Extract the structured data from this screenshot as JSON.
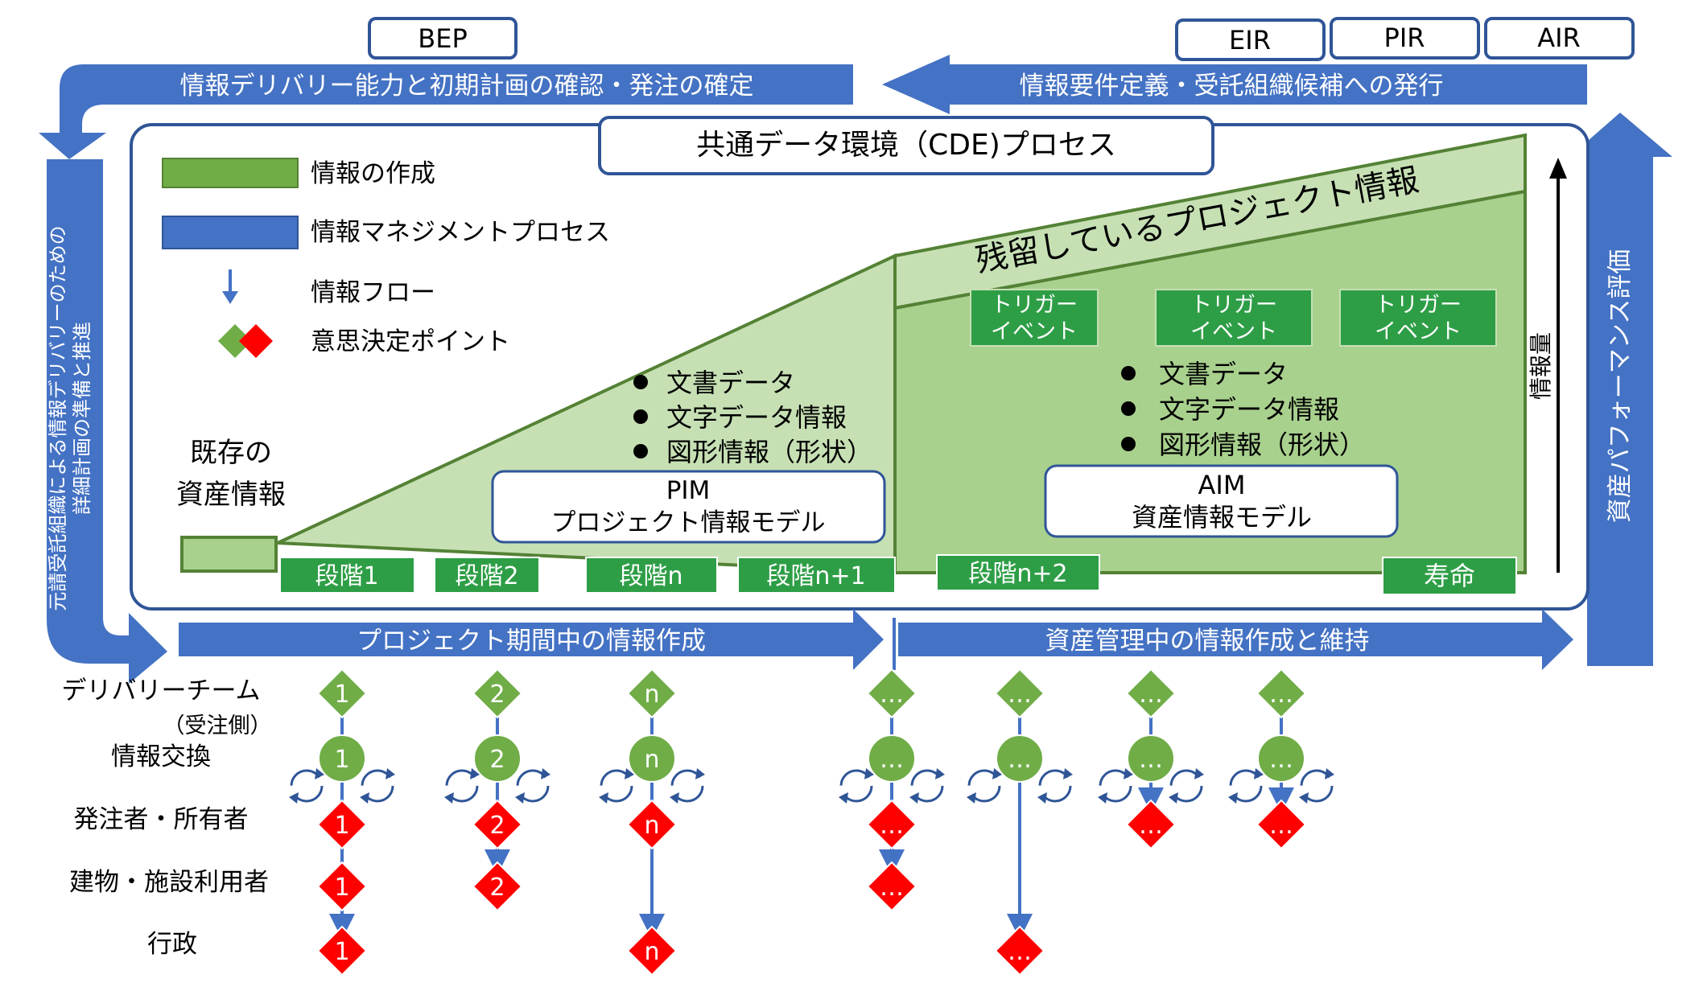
{
  "doc_boxes": {
    "bep": "BEP",
    "eir": "EIR",
    "pir": "PIR",
    "air": "AIR"
  },
  "top_arrows": {
    "left": "情報デリバリー能力と初期計画の確認・発注の確定",
    "right": "情報要件定義・受託組織候補への発行"
  },
  "side_arrows": {
    "left_line1": "元請受託組織による情報デリバリーのための",
    "left_line2": "詳細計画の準備と推進",
    "right": "資産パフォーマンス評価"
  },
  "cde_title": "共通データ環境（CDE)プロセス",
  "legend": {
    "create": "情報の作成",
    "management": "情報マネジメントプロセス",
    "flow": "情報フロー",
    "decision": "意思決定ポイント"
  },
  "residual": "残留しているプロジェクト情報",
  "triggers": [
    {
      "line1": "トリガー",
      "line2": "イベント"
    },
    {
      "line1": "トリガー",
      "line2": "イベント"
    },
    {
      "line1": "トリガー",
      "line2": "イベント"
    }
  ],
  "volume_label": "情報量",
  "pim_bullets": [
    "文書データ",
    "文字データ情報",
    "図形情報（形状）"
  ],
  "aim_bullets": [
    "文書データ",
    "文字データ情報",
    "図形情報（形状）"
  ],
  "pim": {
    "line1": "PIM",
    "line2": "プロジェクト情報モデル"
  },
  "aim": {
    "line1": "AIM",
    "line2": "資産情報モデル"
  },
  "existing": {
    "line1": "既存の",
    "line2": "資産情報"
  },
  "stages": [
    "段階1",
    "段階2",
    "段階n",
    "段階n+1",
    "段階n+2",
    "寿命"
  ],
  "bottom_arrows": {
    "project": "プロジェクト期間中の情報作成",
    "asset": "資産管理中の情報作成と維持"
  },
  "row_labels": {
    "delivery": "デリバリーチーム",
    "delivery_sub": "（受注側）",
    "exchange": "情報交換",
    "owner": "発注者・所有者",
    "users": "建物・施設利用者",
    "admin": "行政"
  },
  "markers": {
    "col1": "1",
    "col2": "2",
    "coln": "n",
    "more": "…"
  },
  "colors": {
    "blue": "#4472c4",
    "dark_blue": "#2f5597",
    "green": "#70ad47",
    "box_green": "#2e9e46",
    "light_green": "#c6e0b4",
    "mid_green": "#a9d18e",
    "outline_green": "#548235",
    "red": "#ff0000"
  }
}
